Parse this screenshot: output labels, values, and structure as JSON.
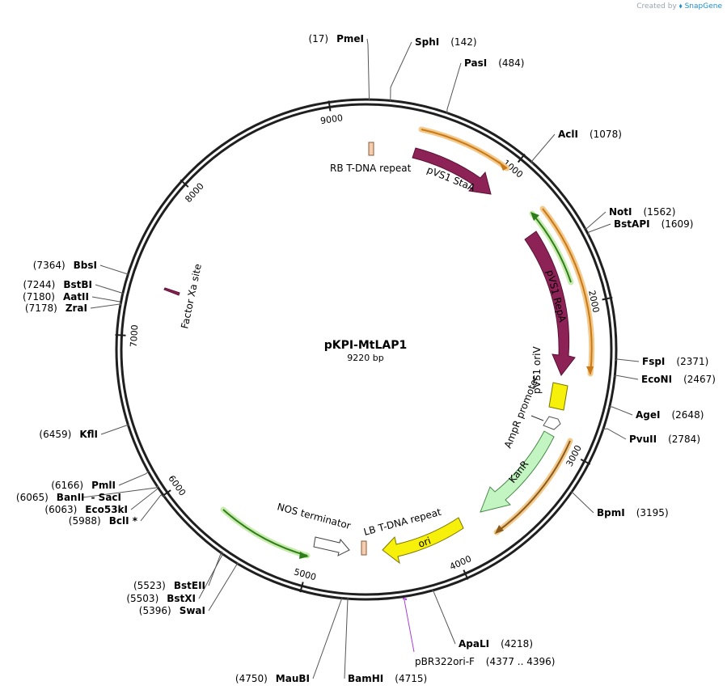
{
  "credit": {
    "prefix": "Created by",
    "brand": "SnapGene"
  },
  "plasmid": {
    "name": "pKPI-MtLAP1",
    "length_label": "9220 bp",
    "length": 9220
  },
  "colors": {
    "backbone": "#1f1f1f",
    "pVS1": "#8c2255",
    "ori": "#f7f00a",
    "kanr": "#c2f5c2",
    "primer": "#a83cd8",
    "orange_primer": "#e79b2f",
    "green_primer": "#6fbe2f"
  },
  "ticks": [
    {
      "bp": 9000,
      "label": "9000"
    },
    {
      "bp": 1000,
      "label": "1000"
    },
    {
      "bp": 2000,
      "label": "2000"
    },
    {
      "bp": 3000,
      "label": "3000"
    },
    {
      "bp": 4000,
      "label": "4000"
    },
    {
      "bp": 5000,
      "label": "5000"
    },
    {
      "bp": 6000,
      "label": "6000"
    },
    {
      "bp": 7000,
      "label": "7000"
    },
    {
      "bp": 8000,
      "label": "8000"
    }
  ],
  "sites": [
    {
      "name": "PmeI",
      "pos": "(17)",
      "bp": 17
    },
    {
      "name": "SphI",
      "pos": "(142)",
      "bp": 142
    },
    {
      "name": "PasI",
      "pos": "(484)",
      "bp": 484
    },
    {
      "name": "AclI",
      "pos": "(1078)",
      "bp": 1078
    },
    {
      "name": "NotI",
      "pos": "(1562)",
      "bp": 1562
    },
    {
      "name": "BstAPI",
      "pos": "(1609)",
      "bp": 1609
    },
    {
      "name": "FspI",
      "pos": "(2371)",
      "bp": 2371
    },
    {
      "name": "EcoNI",
      "pos": "(2467)",
      "bp": 2467
    },
    {
      "name": "AgeI",
      "pos": "(2648)",
      "bp": 2648
    },
    {
      "name": "PvuII",
      "pos": "(2784)",
      "bp": 2784
    },
    {
      "name": "BpmI",
      "pos": "(3195)",
      "bp": 3195
    },
    {
      "name": "ApaLI",
      "pos": "(4218)",
      "bp": 4218
    },
    {
      "name": "BamHI",
      "pos": "(4715)",
      "bp": 4715
    },
    {
      "name": "MauBI",
      "pos": "(4750)",
      "bp": 4750
    },
    {
      "name": "SwaI",
      "pos": "(5396)",
      "bp": 5396
    },
    {
      "name": "BstXI",
      "pos": "(5503)",
      "bp": 5503
    },
    {
      "name": "BstEII",
      "pos": "(5523)",
      "bp": 5523
    },
    {
      "name": "BclI *",
      "pos": "(5988)",
      "bp": 5988
    },
    {
      "name": "Eco53kI",
      "pos": "(6063)",
      "bp": 6063
    },
    {
      "name": "BanII",
      "pos": "(6065)",
      "bp": 6065,
      "extra": "- SacI"
    },
    {
      "name": "PmlI",
      "pos": "(6166)",
      "bp": 6166
    },
    {
      "name": "KflI",
      "pos": "(6459)",
      "bp": 6459
    },
    {
      "name": "ZraI",
      "pos": "(7178)",
      "bp": 7178
    },
    {
      "name": "AatII",
      "pos": "(7180)",
      "bp": 7180
    },
    {
      "name": "BstBI",
      "pos": "(7244)",
      "bp": 7244
    },
    {
      "name": "BbsI",
      "pos": "(7364)",
      "bp": 7364
    }
  ],
  "features": {
    "pVS1_StaA": "pVS1 StaA",
    "pVS1_RepA": "pVS1 RepA",
    "pVS1_oriV": "pVS1 oriV",
    "AmpR_promoter": "AmpR promoter",
    "KanR": "KanR",
    "ori": "ori",
    "LB": "LB T-DNA repeat",
    "RB": "RB T-DNA repeat",
    "NOS": "NOS terminator",
    "FactorXa": "Factor Xa site"
  },
  "primer": {
    "name": "pBR322ori-F",
    "range": "(4377 .. 4396)"
  }
}
